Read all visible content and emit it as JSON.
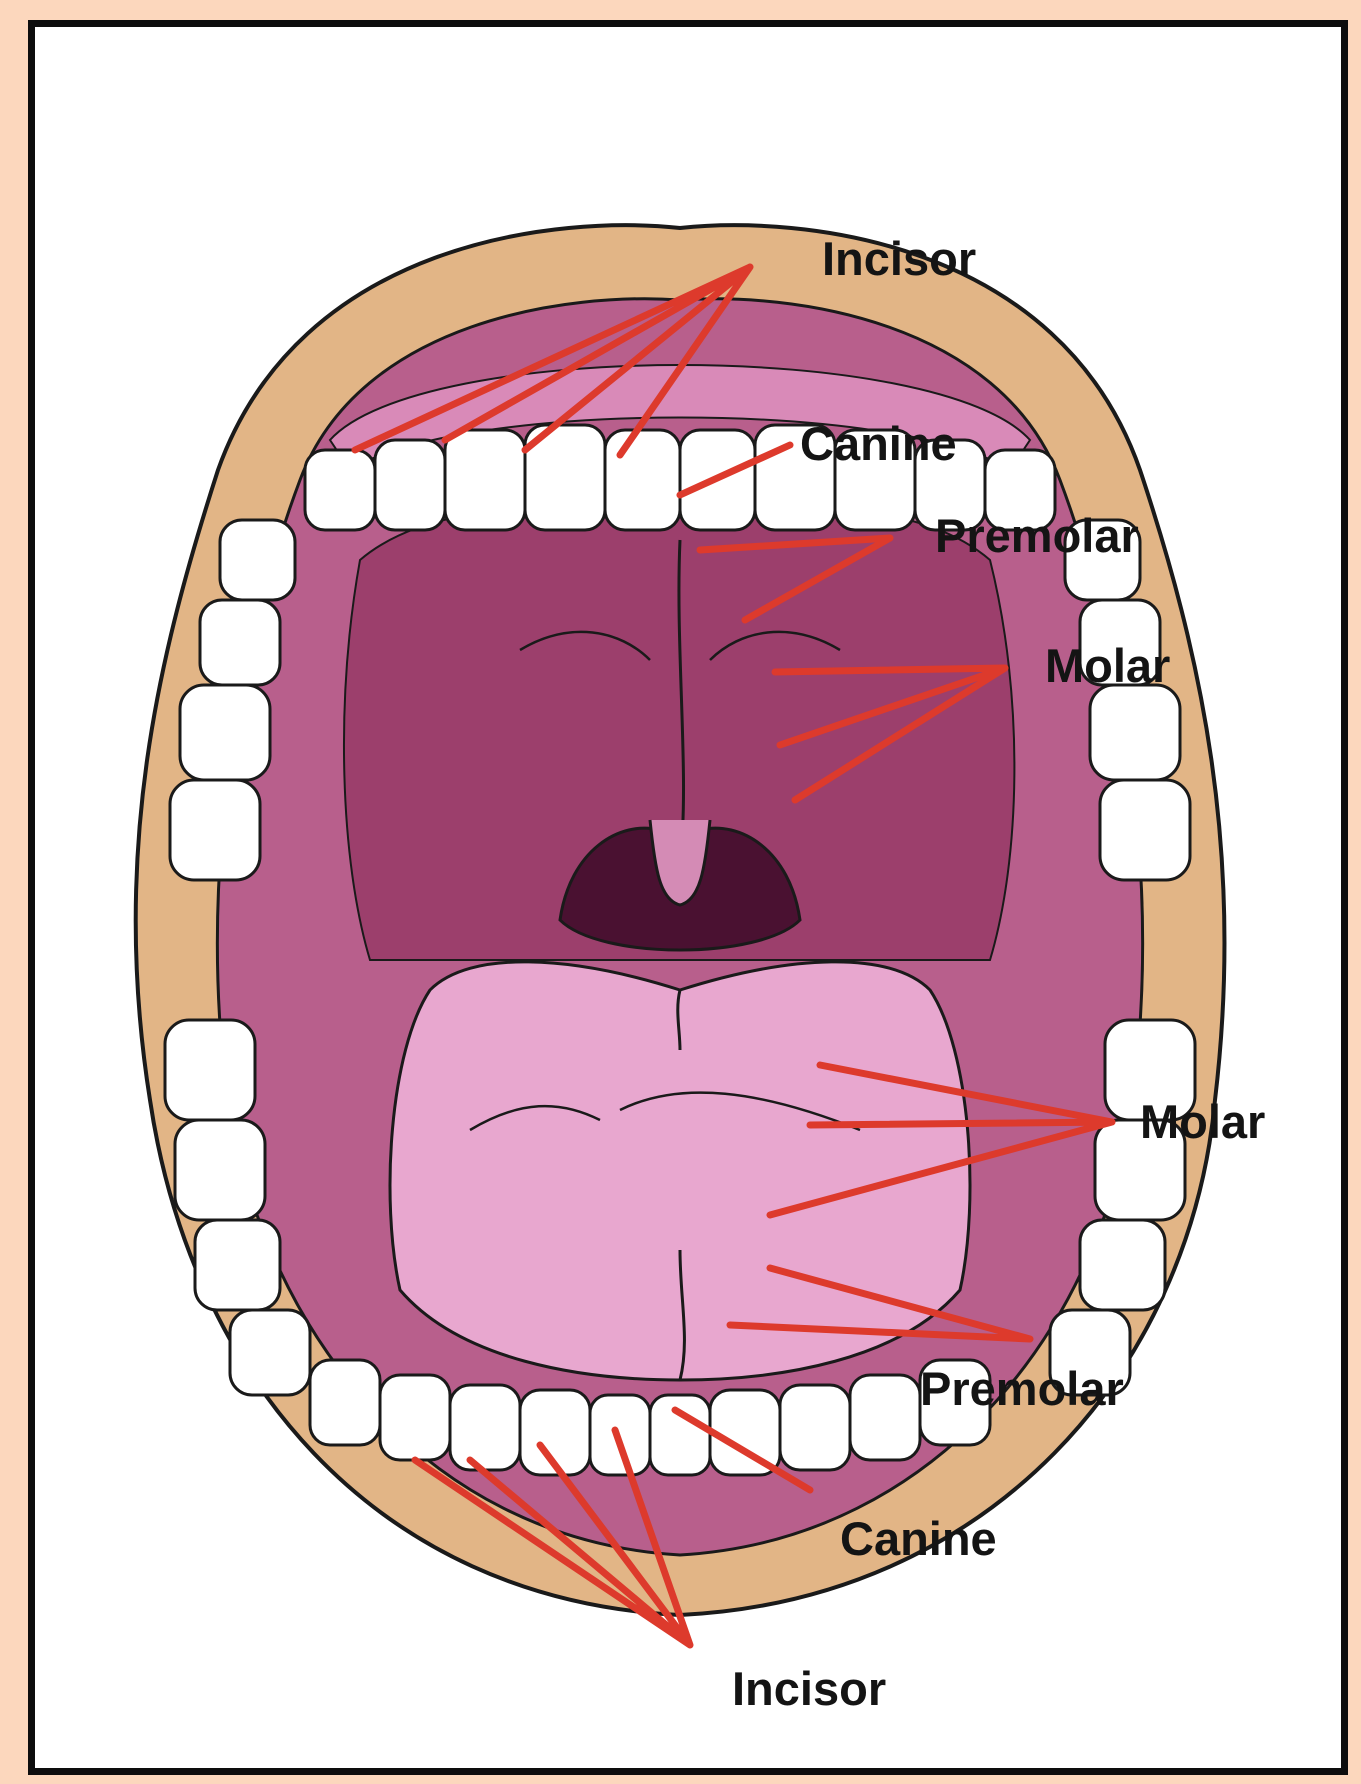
{
  "labels": {
    "upper_incisor": "Incisor",
    "upper_canine": "Canine",
    "upper_premolar": "Premolar",
    "upper_molar": "Molar",
    "lower_molar": "Molar",
    "lower_premolar": "Premolar",
    "lower_canine": "Canine",
    "lower_incisor": "Incisor"
  },
  "colors": {
    "background": "#fcd7bd",
    "frame_border": "#0d0d0d",
    "lip": "#e2b586",
    "mouth_interior": "#b85f8c",
    "palate": "#9c3f6c",
    "throat": "#4a1131",
    "tongue": "#e8a7cf",
    "teeth": "#ffffff",
    "pointer_line": "#dd3a2c"
  }
}
